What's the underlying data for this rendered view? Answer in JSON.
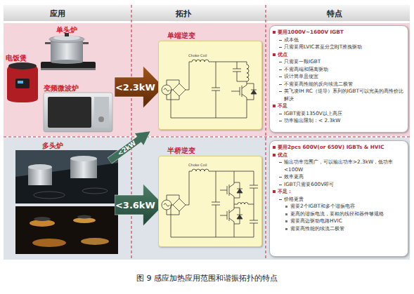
{
  "diagram": {
    "caption": "图 9 感应加热应用范围和谐振拓扑的特点",
    "nodes": [
      {
        "text": [
          "<2.3kW"
        ]
      },
      {
        "text": [
          "单端逆变"
        ]
      },
      {
        "text": [
          "要用1000V~1600V IGBT",
          "成本低",
          "只需要用LVIC甚至分立BJT推挽驱动",
          "优点",
          "只需要一颗IGBT",
          "不需高端和隔离驱动",
          "设计简单且便宜",
          "不需要高性能的反向续流二极管",
          "英飞凌IH RC（逆导）系列的IGBT可以完美的高性价比解决",
          "不足",
          "IGBT需要1350V以上高压",
          "功率输出限制：< 2.3kW"
        ]
      },
      {
        "text": [
          "<2kW"
        ]
      },
      {
        "text": [
          "<3.6kW"
        ]
      },
      {
        "text": [
          "半桥逆变"
        ]
      },
      {
        "text": [
          "要用2pcs 600V(or 650V) IGBTs & HVIC",
          "优点",
          "输出功率范围广，可以输出功率>2.3kW，低功率<100W",
          "效率更高",
          "IGBT只需要600V即可",
          "不足：",
          "价格更贵",
          "需要2个IGBT和多个谐振电容",
          "更高的谐振电流，要粗的线径和器件够规格",
          "需要高边驱动电路HVIC",
          "需要高性能的续流二极管"
        ]
      }
    ],
    "labels": [
      "应用",
      "拓扑",
      "特点",
      "单头炉",
      "电饭煲",
      "变频微波炉",
      "多头炉",
      "Choke Coil",
      "Choke Coil"
    ]
  }
}
